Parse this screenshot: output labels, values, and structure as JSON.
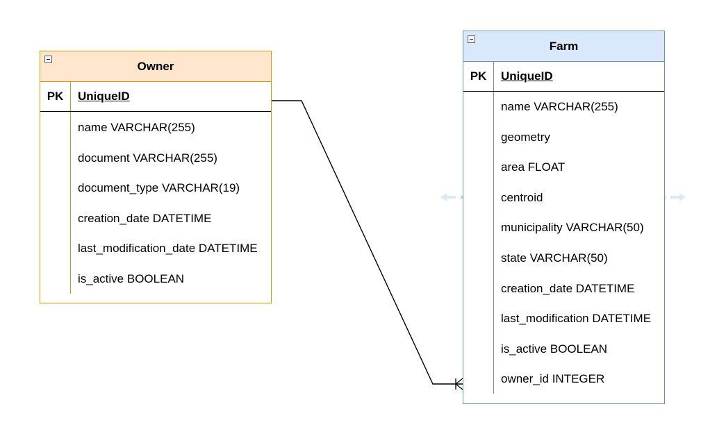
{
  "tables": {
    "owner": {
      "title": "Owner",
      "pk_label": "PK",
      "pk_field": "UniqueID",
      "fields": [
        "name VARCHAR(255)",
        "document VARCHAR(255)",
        "document_type VARCHAR(19)",
        "creation_date DATETIME",
        "last_modification_date DATETIME",
        "is_active BOOLEAN"
      ]
    },
    "farm": {
      "title": "Farm",
      "pk_label": "PK",
      "pk_field": "UniqueID",
      "fields": [
        "name VARCHAR(255)",
        "geometry",
        "area FLOAT",
        "centroid",
        "municipality VARCHAR(50)",
        "state VARCHAR(50)",
        "creation_date DATETIME",
        "last_modification DATETIME",
        "is_active BOOLEAN",
        "owner_id INTEGER"
      ]
    }
  },
  "relationship": {
    "from": "Owner.UniqueID",
    "to": "Farm.owner_id",
    "notation": "one-to-many (crow's foot)"
  },
  "colors": {
    "owner_stroke": "#d79b00",
    "owner_fill": "#ffe6cc",
    "farm_stroke": "#6c8ebf",
    "farm_fill": "#dae8fc",
    "connector": "#000000",
    "handle_arrow": "#d7ecf7"
  },
  "icons": {
    "collapse": "minus-square-icon",
    "resize_handle": "double-arrow-icon"
  }
}
